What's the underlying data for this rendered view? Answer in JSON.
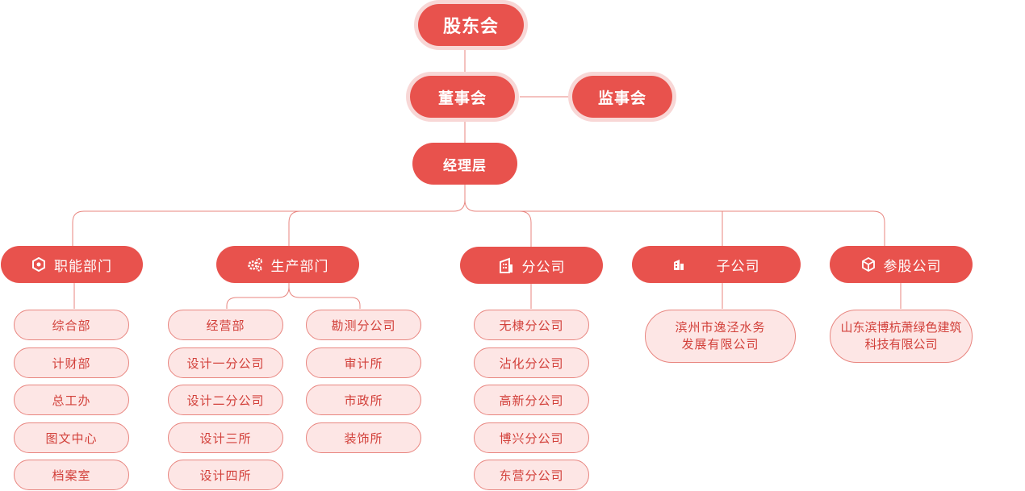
{
  "colors": {
    "primary": "#e8524d",
    "halo": "#f8d7d6",
    "leaf_fill": "#fde6e5",
    "leaf_border": "#e8857f",
    "leaf_text": "#d2403a",
    "line": "#e8857f"
  },
  "top": {
    "shareholders": "股东会",
    "board": "董事会",
    "supervisors": "监事会",
    "management": "经理层"
  },
  "categories": [
    {
      "label": "职能部门",
      "icon": "hexagon-icon"
    },
    {
      "label": "生产部门",
      "icon": "gears-icon"
    },
    {
      "label": "分公司",
      "icon": "building-icon"
    },
    {
      "label": "子公司",
      "icon": "building-small-icon"
    },
    {
      "label": "参股公司",
      "icon": "cube-icon"
    }
  ],
  "functional": [
    "综合部",
    "计财部",
    "总工办",
    "图文中心",
    "档案室"
  ],
  "production_a": [
    "经营部",
    "设计一分公司",
    "设计二分公司",
    "设计三所",
    "设计四所"
  ],
  "production_b": [
    "勘测分公司",
    "审计所",
    "市政所",
    "装饰所"
  ],
  "branches": [
    "无棣分公司",
    "沾化分公司",
    "高新分公司",
    "博兴分公司",
    "东营分公司"
  ],
  "subsidiary": [
    "滨州市逸泾水务",
    "发展有限公司"
  ],
  "associate": [
    "山东滨博杭萧绿色建筑",
    "科技有限公司"
  ]
}
